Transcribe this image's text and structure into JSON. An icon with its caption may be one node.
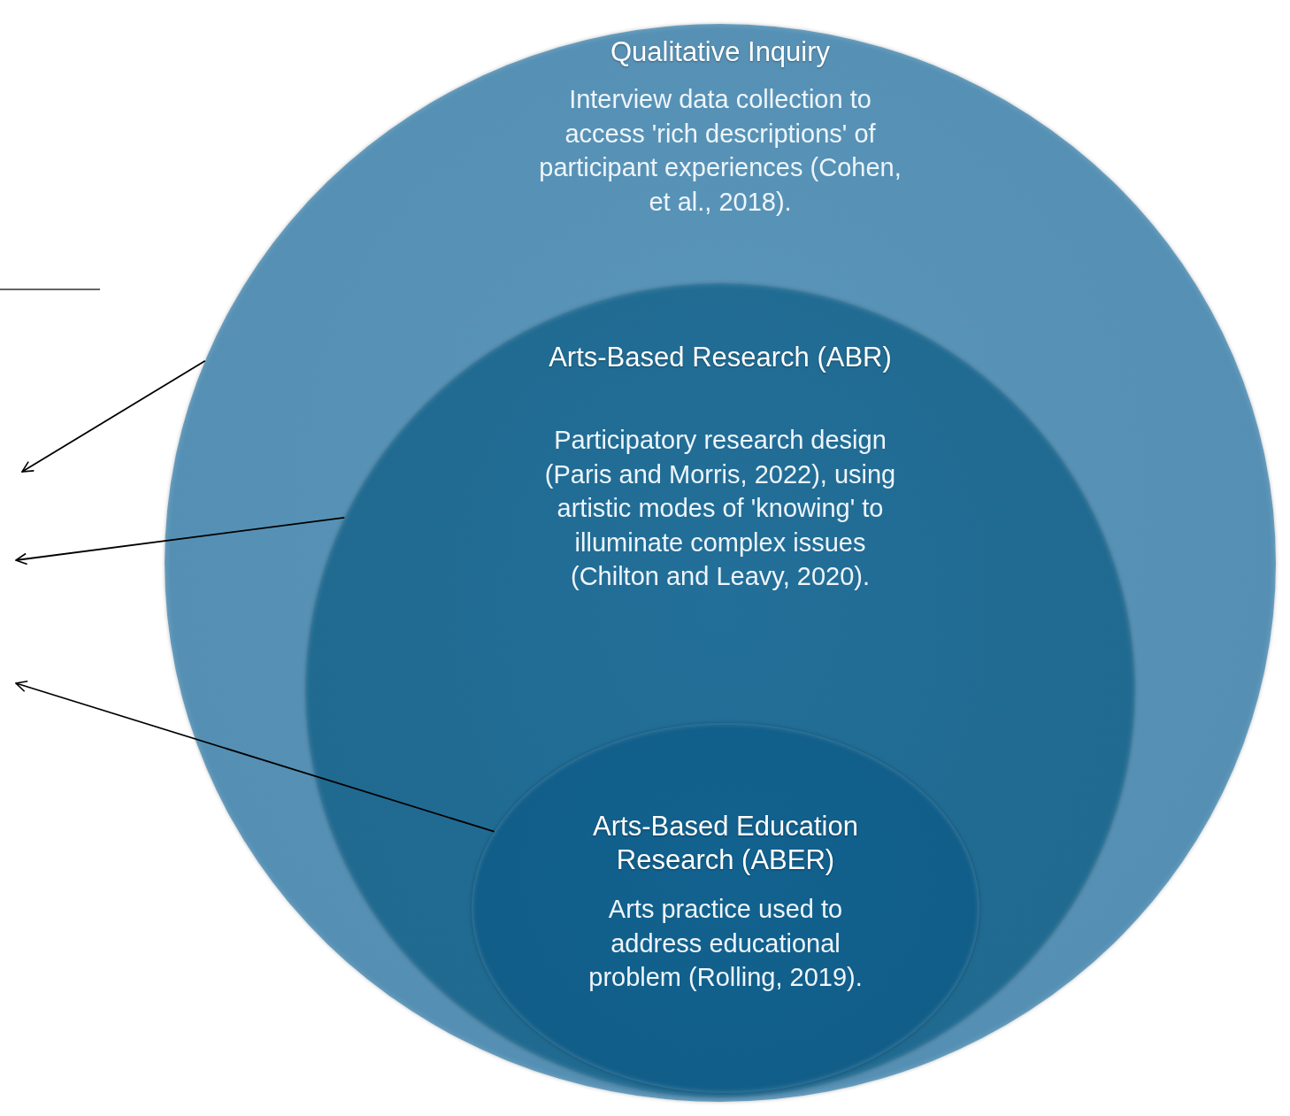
{
  "diagram": {
    "nodes": [
      {
        "text": [
          "Qualitative Inquiry",
          "Interview data collection to access 'rich descriptions' of participant experiences (Cohen, et al., 2018)."
        ]
      },
      {
        "text": [
          "Arts-Based Research (ABR)",
          "Participatory research design (Paris and Morris, 2022), using artistic modes of 'knowing' to illuminate complex issues (Chilton and Leavy, 2020)."
        ],
        "in": 0
      },
      {
        "text": [
          "Arts-Based Education Research (ABER)",
          "Arts practice used to address educational problem (Rolling, 2019)."
        ],
        "in": 1
      }
    ],
    "edges": [
      {
        "from": 0,
        "to": null,
        "arrow": "to"
      },
      {
        "from": 1,
        "to": null,
        "arrow": "to"
      },
      {
        "from": 2,
        "to": null,
        "arrow": "to"
      }
    ]
  }
}
